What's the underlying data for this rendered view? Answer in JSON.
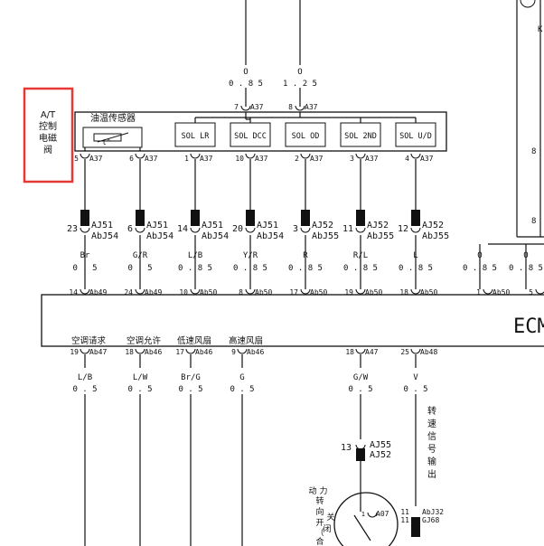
{
  "module": {
    "side_label": "A/T控制电磁阀",
    "sensor_label": "油温传感器",
    "sensor_symbol": "t°",
    "solenoids": [
      "SOL LR",
      "SOL DCC",
      "SOL OD",
      "SOL 2ND",
      "SOL U/D"
    ]
  },
  "top_feeds": [
    {
      "color": "O",
      "size": "0.85",
      "pin": "7",
      "conn": "A37"
    },
    {
      "color": "O",
      "size": "1.25",
      "pin": "8",
      "conn": "A37"
    }
  ],
  "module_pins": [
    {
      "pin": "5",
      "conn": "A37"
    },
    {
      "pin": "6",
      "conn": "A37"
    },
    {
      "pin": "1",
      "conn": "A37"
    },
    {
      "pin": "10",
      "conn": "A37"
    },
    {
      "pin": "2",
      "conn": "A37"
    },
    {
      "pin": "3",
      "conn": "A37"
    },
    {
      "pin": "4",
      "conn": "A37"
    }
  ],
  "harness_connectors": [
    {
      "pin": "23",
      "top": "AJ51",
      "bottom": "AbJ54"
    },
    {
      "pin": "6",
      "top": "AJ51",
      "bottom": "AbJ54"
    },
    {
      "pin": "14",
      "top": "AJ51",
      "bottom": "AbJ54"
    },
    {
      "pin": "20",
      "top": "AJ51",
      "bottom": "AbJ54"
    },
    {
      "pin": "3",
      "top": "AJ52",
      "bottom": "AbJ55"
    },
    {
      "pin": "11",
      "top": "AJ52",
      "bottom": "AbJ55"
    },
    {
      "pin": "12",
      "top": "AJ52",
      "bottom": "AbJ55"
    }
  ],
  "wires_upper": [
    {
      "color": "Br",
      "size": "0.5"
    },
    {
      "color": "G/R",
      "size": "0.5"
    },
    {
      "color": "L/B",
      "size": "0.85"
    },
    {
      "color": "Y/R",
      "size": "0.85"
    },
    {
      "color": "R",
      "size": "0.85"
    },
    {
      "color": "R/L",
      "size": "0.85"
    },
    {
      "color": "L",
      "size": "0.85"
    }
  ],
  "wires_right": [
    {
      "color": "O",
      "size": "0.85"
    },
    {
      "color": "O",
      "size": "0.85"
    }
  ],
  "ecm_top_pins": [
    {
      "pin": "14",
      "conn": "Ab49"
    },
    {
      "pin": "24",
      "conn": "Ab49"
    },
    {
      "pin": "10",
      "conn": "Ab50"
    },
    {
      "pin": "8",
      "conn": "Ab50"
    },
    {
      "pin": "17",
      "conn": "Ab50"
    },
    {
      "pin": "19",
      "conn": "Ab50"
    },
    {
      "pin": "18",
      "conn": "Ab50"
    },
    {
      "pin": "1",
      "conn": "Ab50"
    },
    {
      "pin": "5",
      "conn": ""
    }
  ],
  "ecm": {
    "label": "ECM"
  },
  "ecm_bottom_pins": [
    {
      "name": "空调请求",
      "pin": "19",
      "conn": "Ab47"
    },
    {
      "name": "空调允许",
      "pin": "18",
      "conn": "Ab46"
    },
    {
      "name": "低速风扇",
      "pin": "17",
      "conn": "Ab46"
    },
    {
      "name": "高速风扇",
      "pin": "9",
      "conn": "Ab46"
    },
    {
      "name": "",
      "pin": "18",
      "conn": "A47"
    },
    {
      "name": "",
      "pin": "25",
      "conn": "Ab48"
    }
  ],
  "wires_lower": [
    {
      "color": "L/B",
      "size": "0.5"
    },
    {
      "color": "L/W",
      "size": "0.5"
    },
    {
      "color": "Br/G",
      "size": "0.5"
    },
    {
      "color": "G",
      "size": "0.5"
    },
    {
      "color": "G/W",
      "size": "0.5"
    },
    {
      "color": "V",
      "size": "0.5"
    }
  ],
  "speed_signal": {
    "label": "转速信号输出"
  },
  "lower_conn_a": {
    "pin": "13",
    "top": "AJ55",
    "bottom": "AJ52"
  },
  "lower_conn_b": {
    "pin": "11",
    "top": "AbJ32",
    "bottom": "GJ68"
  },
  "ps_switch": {
    "label": "动力转向开关（闭合",
    "conn": "A07",
    "pin": "1"
  },
  "top_right": {
    "letter_k": "K",
    "pin_8a": "8",
    "pin_8b": "8"
  },
  "colors": {
    "line": "#111111",
    "highlight": "#e53935",
    "fill": "#111111"
  }
}
